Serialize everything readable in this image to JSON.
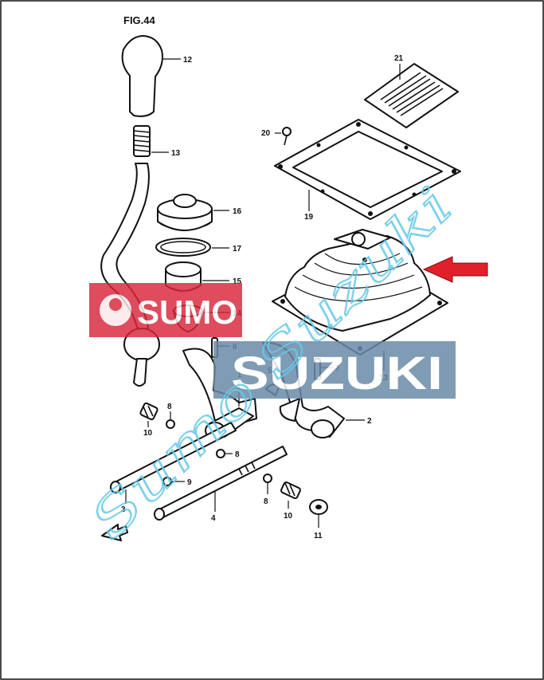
{
  "figure_label": "FIG.44",
  "callouts": [
    "12",
    "13",
    "16",
    "17",
    "15",
    "14",
    "6",
    "1",
    "5",
    "7",
    "13",
    "2",
    "8",
    "10",
    "8",
    "9",
    "3",
    "4",
    "8",
    "10",
    "11",
    "20",
    "19",
    "21"
  ],
  "watermarks": {
    "logo_text": "SUMO",
    "suzuki_text": "SUZUKI",
    "script_text": "Sumo Suzuki"
  },
  "colors": {
    "background": "#ffffff",
    "line": "#111111",
    "arrow": "#e0202a",
    "sumo_band": "#d9263a",
    "suzuki_band": "#6a8aa8",
    "script_watermark": "#66c8e8"
  }
}
